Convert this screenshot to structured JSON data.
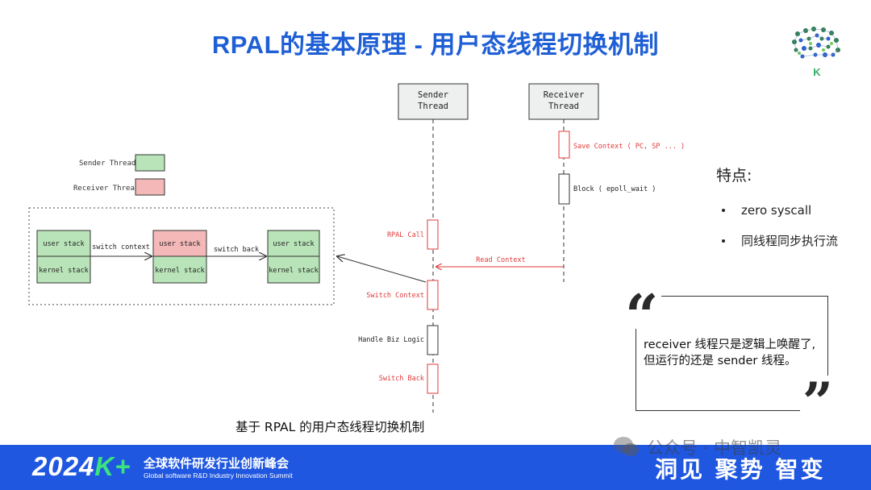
{
  "title": "RPAL的基本原理 - 用户态线程切换机制",
  "logo": {
    "letter": "K"
  },
  "legend": [
    {
      "label": "Sender Thread",
      "color": "#b9e4b9"
    },
    {
      "label": "Receiver Thread",
      "color": "#f4b8b8"
    }
  ],
  "lifelines": {
    "sender": "Sender\nThread",
    "receiver": "Receiver\nThread"
  },
  "receiver_steps": {
    "save_context": "Save Context ( PC, SP ... )",
    "block": "Block ( epoll_wait )"
  },
  "sender_steps": {
    "rpal_call": "RPAL Call",
    "switch_context": "Switch Context",
    "handle_biz_logic": "Handle Biz Logic",
    "switch_back": "Switch Back"
  },
  "message": "Read Context",
  "stack_box": {
    "user_stack": "user stack",
    "kernel_stack": "kernel stack",
    "switch_context": "switch context",
    "switch_back": "switch back"
  },
  "features": {
    "title": "特点:",
    "items": [
      "zero syscall",
      "同线程同步执行流"
    ]
  },
  "quote": {
    "open": "“",
    "close": "”",
    "text": "receiver 线程只是逻辑上唤醒了, 但运行的还是 sender 线程。"
  },
  "caption": "基于 RPAL 的用户态线程切换机制",
  "footer": {
    "year": "2024",
    "k": "K+",
    "event_cn": "全球软件研发行业创新峰会",
    "event_en": "Global software R&D Industry Innovation Summit",
    "slogan": "洞见 聚势 智变"
  },
  "watermark": "公众号 · 中智凯灵",
  "colors": {
    "title_blue": "#1f5fd6",
    "red": "#e03a3a",
    "green": "#b9e4b9",
    "pink": "#f4b8b8",
    "footer_blue": "#2057e0",
    "footer_green": "#3be37e"
  }
}
